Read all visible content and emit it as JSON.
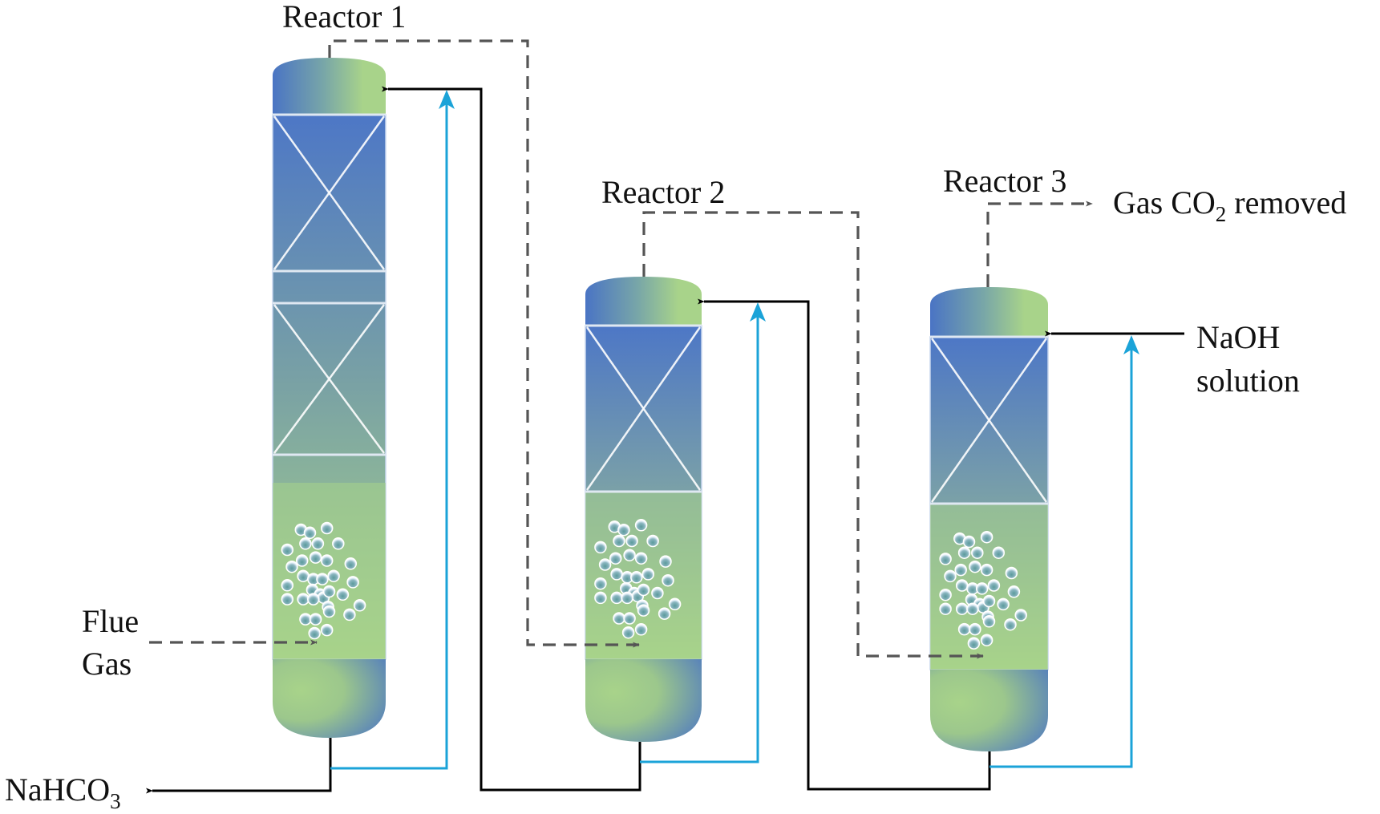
{
  "title": "Three-stage CO2 absorption reactor process",
  "reactors": [
    {
      "id": "r1",
      "label": "Reactor 1",
      "packed_beds": 2
    },
    {
      "id": "r2",
      "label": "Reactor 2",
      "packed_beds": 1
    },
    {
      "id": "r3",
      "label": "Reactor 3",
      "packed_beds": 1
    }
  ],
  "streams": {
    "flue_gas": {
      "line1": "Flue",
      "line2": "Gas"
    },
    "gas_out": {
      "prefix": "Gas CO",
      "subscript": "2",
      "suffix": " removed"
    },
    "naoh": {
      "line1": "NaOH",
      "line2": "solution"
    },
    "product": {
      "prefix": "NaHCO",
      "subscript": "3"
    }
  },
  "colors": {
    "gas_line": "#555555",
    "liquid_line": "#000000",
    "recycle_line": "#1ba3d8",
    "vessel_blue": "#4a74c4",
    "vessel_green": "#a8d38a"
  }
}
